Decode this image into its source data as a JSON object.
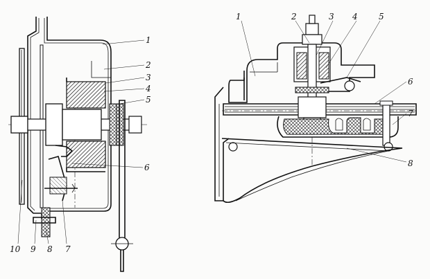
{
  "left_view": {
    "callouts": [
      "1",
      "2",
      "3",
      "4",
      "5",
      "6",
      "7",
      "8",
      "9",
      "10"
    ]
  },
  "right_view": {
    "callouts": [
      "1",
      "2",
      "3",
      "4",
      "5",
      "6",
      "7",
      "8"
    ]
  }
}
